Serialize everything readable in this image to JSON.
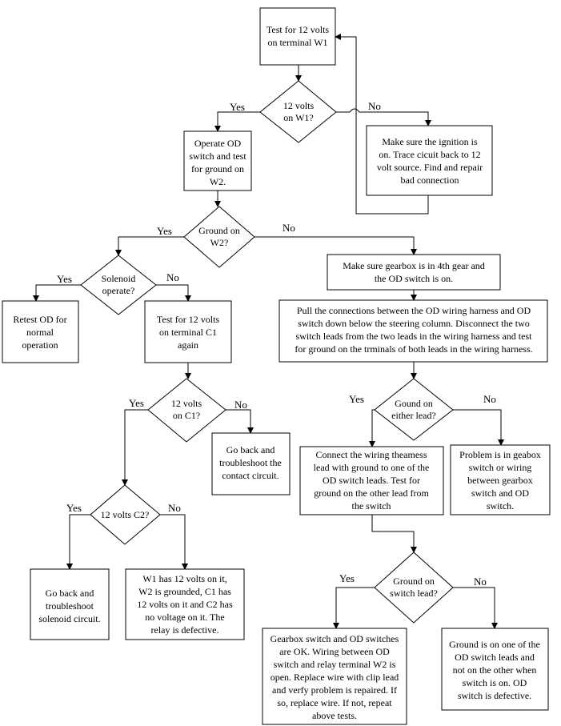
{
  "nodes": {
    "test_w1": [
      "Test for 12 volts",
      "on terminal W1"
    ],
    "q_w1": [
      "12 volts",
      "on W1?"
    ],
    "ignition": [
      "Make sure the ignition is",
      "on. Trace cicuit back to 12",
      "volt source.  Find and repair",
      "bad connection"
    ],
    "operate_od": [
      "Operate OD",
      "switch and test",
      "for ground on",
      "W2."
    ],
    "q_ground_w2": [
      "Ground on",
      "W2?"
    ],
    "gearbox_4th": [
      "Make sure gearbox is in 4th gear and",
      "the OD switch is on."
    ],
    "pull_conn": [
      "Pull the connections between the OD wiring harness and OD",
      "switch down below the steering column.  Disconnect the two",
      "switch leads from the two leads in the wiring harness and test",
      "for ground on the trminals of both leads in the wiring harness."
    ],
    "q_solenoid": [
      "Solenoid",
      "operate?"
    ],
    "retest": [
      "Retest OD for",
      "normal",
      "operation"
    ],
    "test_c1": [
      "Test for 12 volts",
      "on terminal C1",
      "again"
    ],
    "q_c1": [
      "12 volts",
      "on C1?"
    ],
    "go_back_contact": [
      "Go back and",
      "troubleshoot the",
      "contact circuit."
    ],
    "q_either": [
      "Gound on",
      "either lead?"
    ],
    "connect_wiring": [
      "Connect the wiring theamess",
      "lead with ground to one of the",
      "OD switch leads.  Test for",
      "ground on the other lead from",
      "the switch"
    ],
    "problem_gearbox": [
      "Problem is in geabox",
      "switch or wiring",
      "between gearbox",
      "switch and OD",
      "switch."
    ],
    "q_c2": [
      "12 volts C2?"
    ],
    "go_back_solenoid": [
      "Go back and",
      "troubleshoot",
      "solenoid circuit."
    ],
    "w1_has": [
      "W1 has 12 volts on it,",
      "W2 is grounded, C1 has",
      "12 volts on it and C2 has",
      "no voltage on it.   The",
      "relay is defective."
    ],
    "q_switch_lead": [
      "Ground on",
      "switch lead?"
    ],
    "gearbox_ok": [
      "Gearbox switch and OD switches",
      "are OK. Wiring between OD",
      "switch and relay terminal W2 is",
      "open. Replace wire with clip lead",
      "and verfy problem is repaired.  If",
      "so, replace wire.  If not, repeat",
      "above tests."
    ],
    "ground_one": [
      "Ground is on one of the",
      "OD switch leads and",
      "not on the other when",
      "switch is on.  OD",
      "switch is defective."
    ]
  },
  "labels": {
    "yes": "Yes",
    "no": "No"
  }
}
